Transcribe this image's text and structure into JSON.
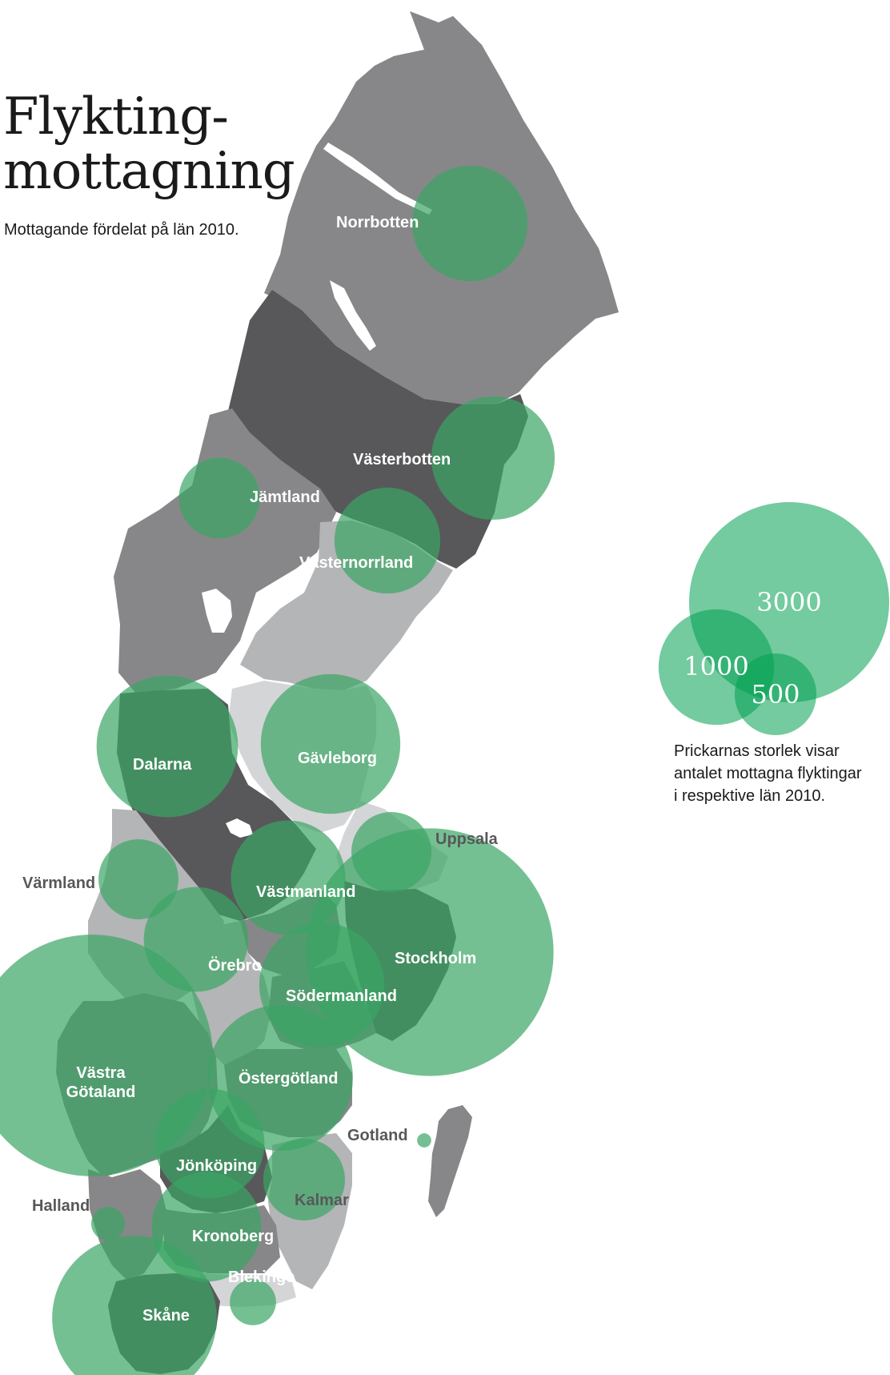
{
  "title_line1": "Flykting-",
  "title_line2": "mottagning",
  "subtitle": "Mottagande fördelat på län 2010.",
  "legend": {
    "caption_line1": "Prickarnas storlek visar",
    "caption_line2": "antalet mottagna flyktingar",
    "caption_line3": "i respektive län 2010.",
    "sizes": [
      {
        "label": "3000",
        "value": 3000
      },
      {
        "label": "1000",
        "value": 1000
      },
      {
        "label": "500",
        "value": 500
      }
    ]
  },
  "colors": {
    "bubble": "#3aa564",
    "legend_bubble": "#00a150",
    "region_dark": "#58585a",
    "region_mid": "#878789",
    "region_light": "#b4b5b7",
    "region_lightest": "#d4d5d7",
    "label_white": "#ffffff",
    "label_gray": "#58585a"
  },
  "regions": [
    {
      "name": "Norrbotten",
      "value": 1000
    },
    {
      "name": "Västerbotten",
      "value": 1140
    },
    {
      "name": "Jämtland",
      "value": 490
    },
    {
      "name": "Västernorrland",
      "value": 840
    },
    {
      "name": "Gävleborg",
      "value": 1460
    },
    {
      "name": "Dalarna",
      "value": 1500
    },
    {
      "name": "Uppsala",
      "value": 480
    },
    {
      "name": "Värmland",
      "value": 480
    },
    {
      "name": "Västmanland",
      "value": 980
    },
    {
      "name": "Stockholm",
      "value": 4590
    },
    {
      "name": "Örebro",
      "value": 820
    },
    {
      "name": "Södermanland",
      "value": 1170
    },
    {
      "name": "Västra Götaland",
      "value": 4370
    },
    {
      "name": "Östergötland",
      "value": 1590
    },
    {
      "name": "Gotland",
      "value": 15
    },
    {
      "name": "Jönköping",
      "value": 900
    },
    {
      "name": "Kalmar",
      "value": 500
    },
    {
      "name": "Halland",
      "value": 85
    },
    {
      "name": "Kronoberg",
      "value": 900
    },
    {
      "name": "Blekinge",
      "value": 160
    },
    {
      "name": "Skåne",
      "value": 2030
    }
  ]
}
